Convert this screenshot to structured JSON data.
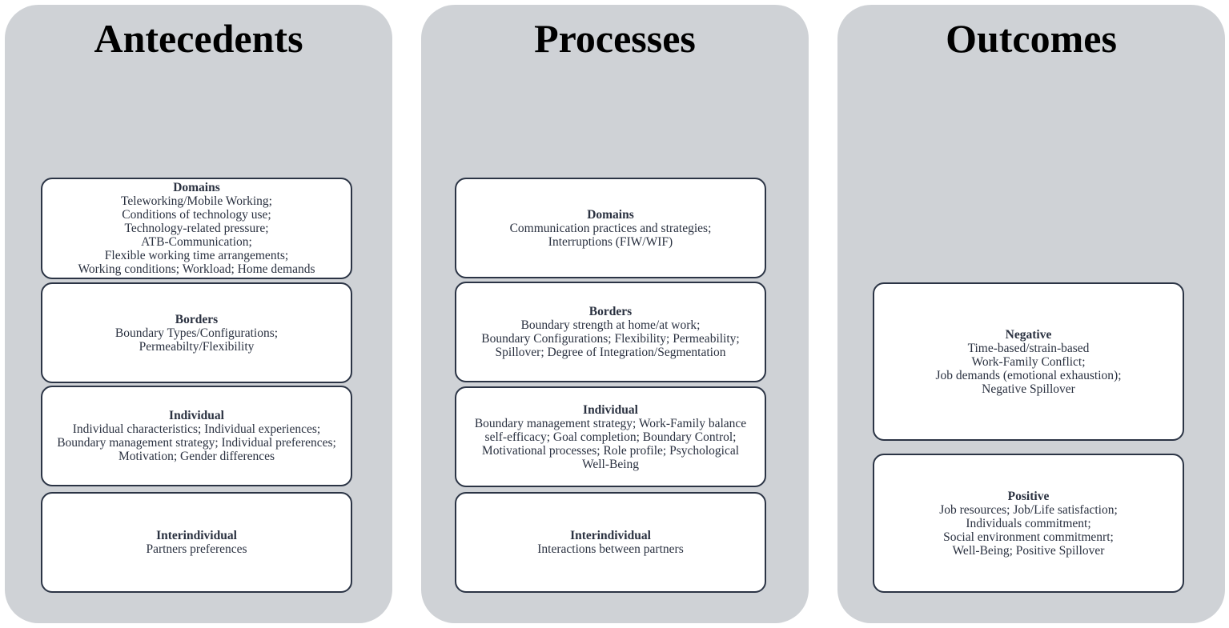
{
  "columns": [
    {
      "title": "Antecedents",
      "boxes": [
        {
          "title": "Domains",
          "lines": [
            "Teleworking/Mobile Working;",
            "Conditions of technology use;",
            "Technology-related pressure;",
            "ATB-Communication;",
            "Flexible working time arrangements;",
            "Working conditions; Workload; Home demands"
          ]
        },
        {
          "title": "Borders",
          "lines": [
            "Boundary Types/Configurations;",
            "Permeabilty/Flexibility"
          ]
        },
        {
          "title": "Individual",
          "lines": [
            "Individual characteristics; Individual experiences;",
            "Boundary management strategy; Individual preferences;",
            "Motivation; Gender differences"
          ]
        },
        {
          "title": "Interindividual",
          "lines": [
            "Partners preferences"
          ]
        }
      ]
    },
    {
      "title": "Processes",
      "boxes": [
        {
          "title": "Domains",
          "lines": [
            "Communication practices and strategies;",
            "Interruptions (FIW/WIF)"
          ]
        },
        {
          "title": "Borders",
          "lines": [
            "Boundary strength at home/at work;",
            "Boundary Configurations; Flexibility; Permeability;",
            "Spillover; Degree of Integration/Segmentation"
          ]
        },
        {
          "title": "Individual",
          "lines": [
            "Boundary management strategy; Work-Family balance",
            "self-efficacy; Goal completion; Boundary Control;",
            "Motivational processes; Role profile; Psychological",
            "Well-Being"
          ]
        },
        {
          "title": "Interindividual",
          "lines": [
            "Interactions between partners"
          ]
        }
      ]
    },
    {
      "title": "Outcomes",
      "boxes": [
        {
          "title": "Negative",
          "lines": [
            "Time-based/strain-based",
            "Work-Family Conflict;",
            "Job demands (emotional exhaustion);",
            "Negative Spillover"
          ]
        },
        {
          "title": "Positive",
          "lines": [
            "Job resources; Job/Life satisfaction;",
            "Individuals commitment;",
            "Social environment commitmenrt;",
            "Well-Being; Positive Spillover"
          ]
        }
      ]
    }
  ]
}
